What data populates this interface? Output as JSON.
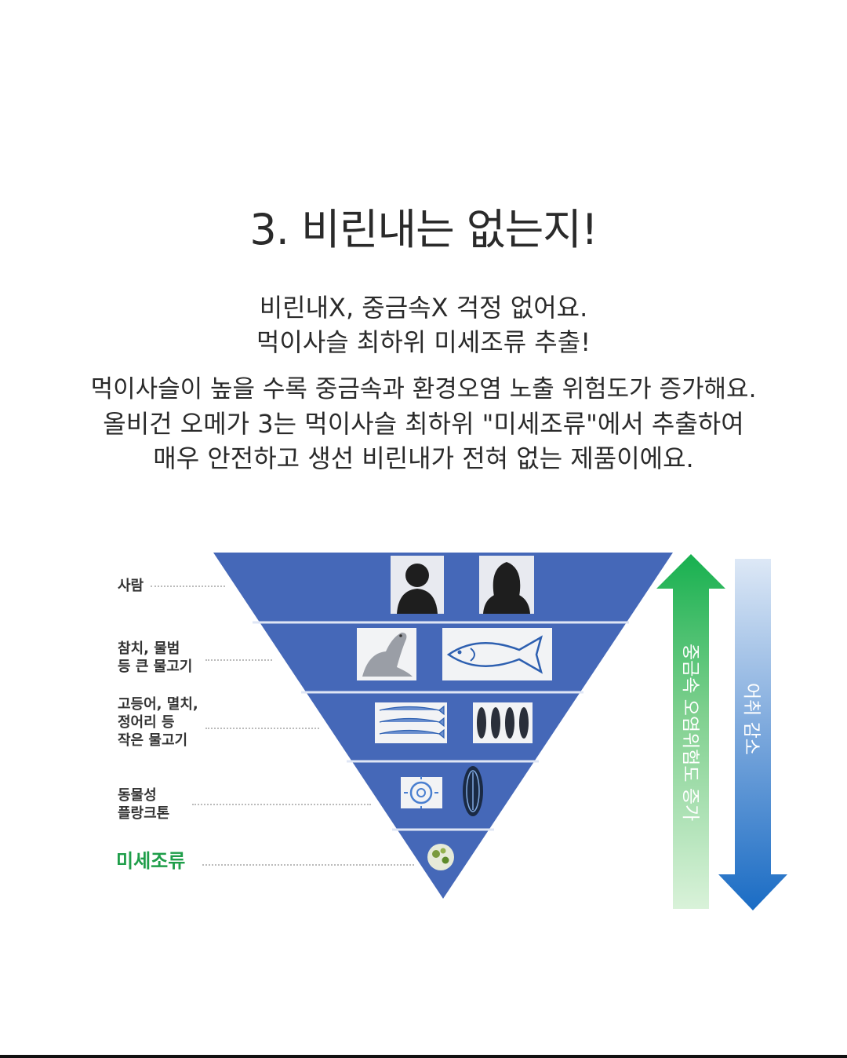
{
  "title": "3. 비린내는 없는지!",
  "intro_lines": [
    "비린내X, 중금속X 걱정 없어요.",
    "먹이사슬 최하위 미세조류 추출!"
  ],
  "body_lines": [
    "먹이사슬이 높을 수록 중금속과 환경오염 노출 위험도가 증가해요.",
    "올비건 오메가 3는 먹이사슬 최하위 \"미세조류\"에서 추출하여",
    "매우 안전하고 생선 비린내가 전혀 없는 제품이에요."
  ],
  "levels": [
    {
      "label": "사람",
      "icons": [
        "man-silhouette-icon",
        "woman-silhouette-icon"
      ]
    },
    {
      "label": "참치, 물범\n등 큰 물고기",
      "icons": [
        "seal-icon",
        "tuna-icon"
      ]
    },
    {
      "label": "고등어, 멸치,\n정어리 등\n작은 물고기",
      "icons": [
        "sardines-icon",
        "anchovies-icon"
      ]
    },
    {
      "label": "동물성\n플랑크톤",
      "icons": [
        "zooplankton-icon",
        "krill-icon"
      ]
    },
    {
      "label": "미세조류",
      "icons": [
        "microalgae-icon"
      ]
    }
  ],
  "arrows": {
    "up_label": "중금속 오염위험도 증가",
    "down_label": "어취 감소"
  },
  "colors": {
    "pyramid": "#4568b8",
    "up_arrow": "#1fb35a",
    "down_arrow": "#2f78c8",
    "highlight_label": "#1f9e4a"
  }
}
